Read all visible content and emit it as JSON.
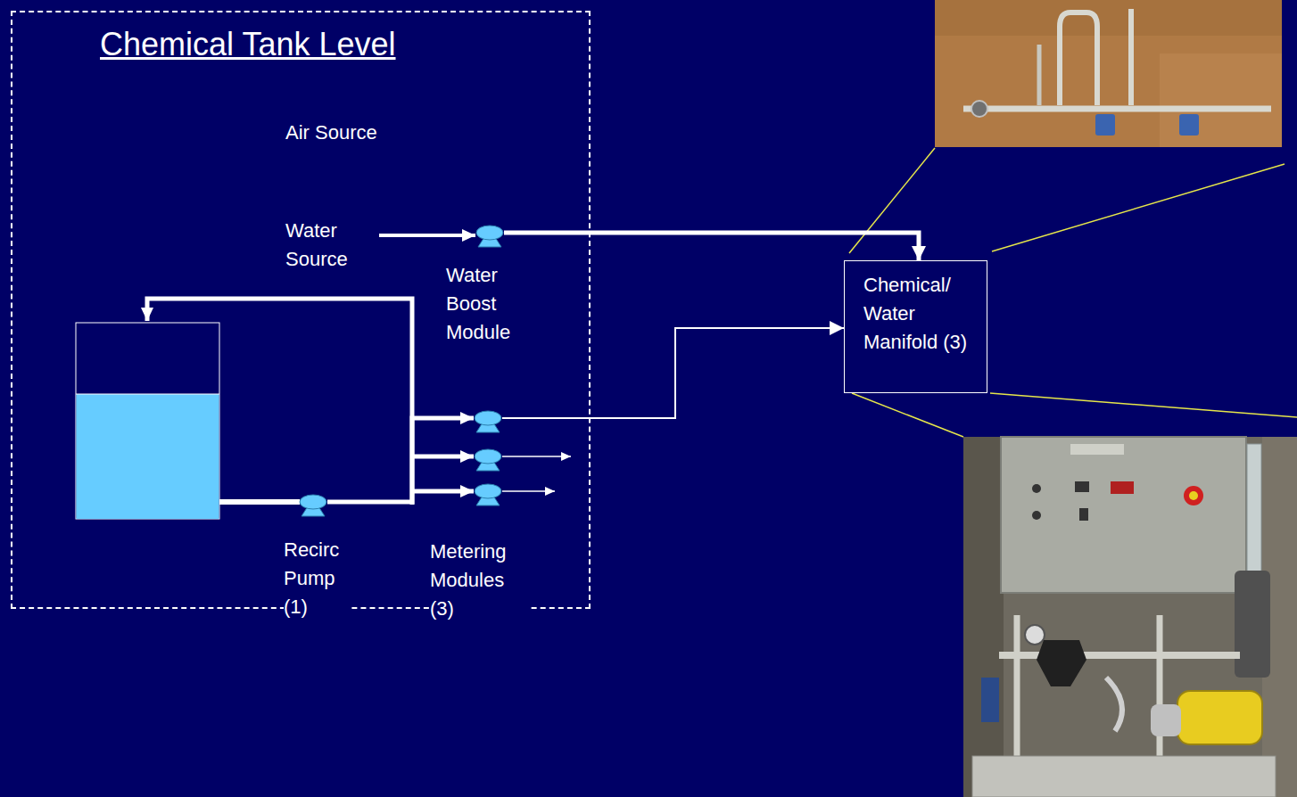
{
  "diagram": {
    "nodes": [
      {
        "text": [
          "Chemical Tank Level"
        ]
      },
      {
        "text": [
          "Water Boost Module"
        ],
        "in": 0
      },
      {
        "text": [
          "Metering Modules (3)"
        ],
        "in": 0
      },
      {
        "text": [
          "Recirc Pump (1)"
        ],
        "in": 0
      },
      {
        "text": [
          "Chemical/ Water Manifold (3)"
        ]
      }
    ],
    "edges": [
      {
        "from": 1,
        "to": 4,
        "arrow": "to"
      },
      {
        "from": 2,
        "to": 4,
        "arrow": "to"
      },
      {
        "from": 3,
        "to": 2,
        "arrow": "to"
      }
    ],
    "labels": [
      "Air Source",
      "Water Source"
    ]
  }
}
